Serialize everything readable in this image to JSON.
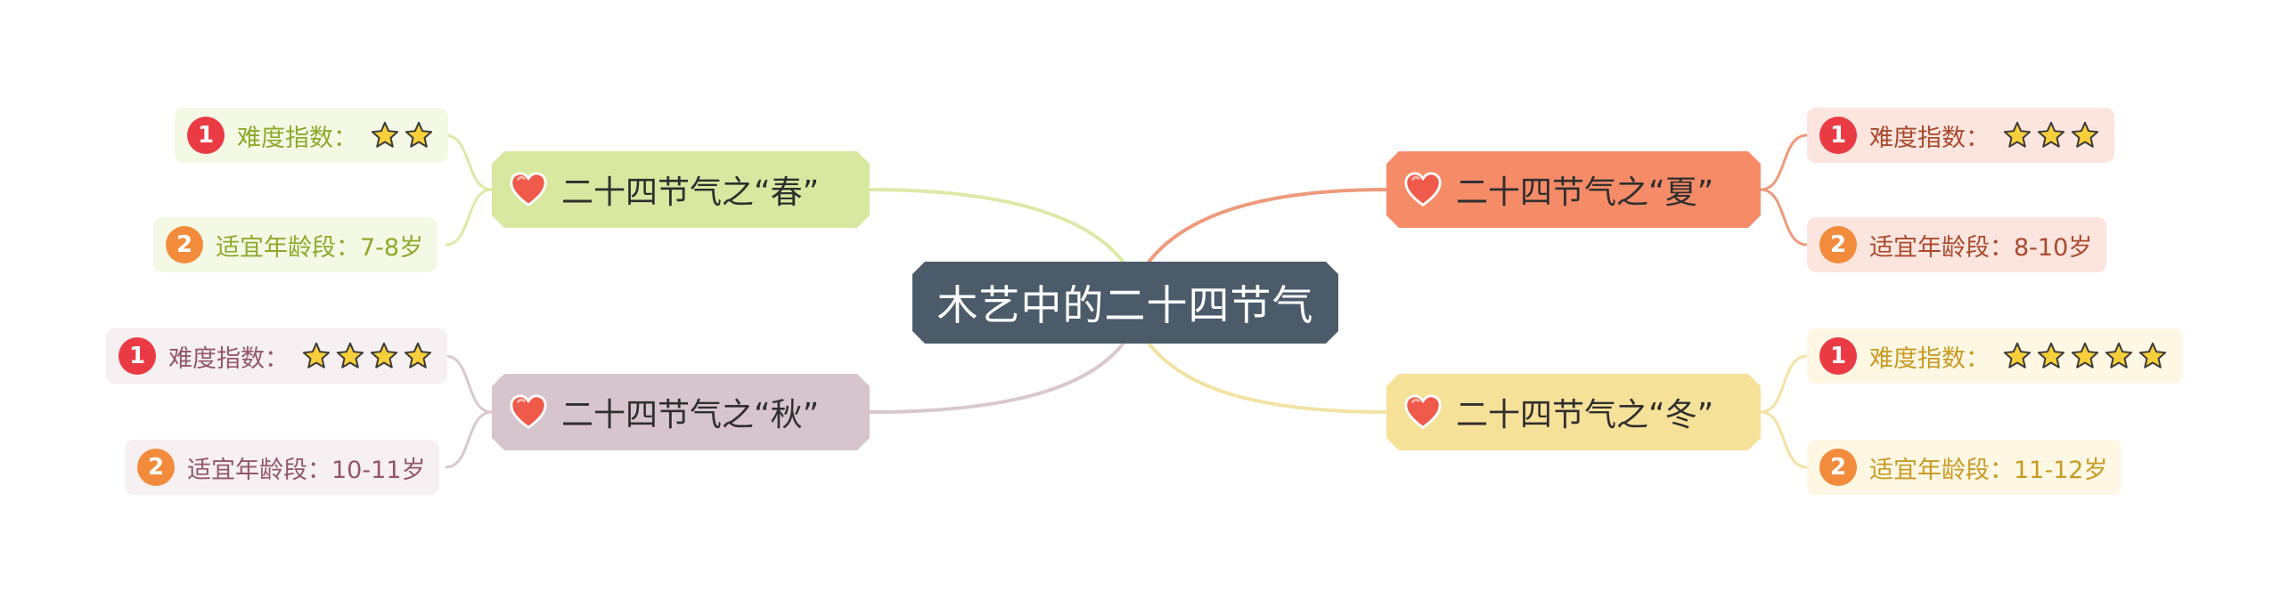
{
  "root": {
    "title": "木艺中的二十四节气"
  },
  "branches": [
    {
      "id": "spring",
      "label": "二十四节气之“春”",
      "color": "#d9e8a0",
      "difficulty": {
        "label": "难度指数：",
        "stars": 2
      },
      "age": {
        "label": "适宜年龄段：7-8岁"
      }
    },
    {
      "id": "summer",
      "label": "二十四节气之“夏”",
      "color": "#f68b68",
      "difficulty": {
        "label": "难度指数：",
        "stars": 3
      },
      "age": {
        "label": "适宜年龄段：8-10岁"
      }
    },
    {
      "id": "autumn",
      "label": "二十四节气之“秋”",
      "color": "#d7c5cd",
      "difficulty": {
        "label": "难度指数：",
        "stars": 4
      },
      "age": {
        "label": "适宜年龄段：10-11岁"
      }
    },
    {
      "id": "winter",
      "label": "二十四节气之“冬”",
      "color": "#f6e199",
      "difficulty": {
        "label": "难度指数：",
        "stars": 5
      },
      "age": {
        "label": "适宜年龄段：11-12岁"
      }
    }
  ],
  "markers": {
    "one": "1",
    "two": "2"
  },
  "icons": {
    "branch_icon": "heart-icon",
    "rating_icon": "star-icon"
  }
}
